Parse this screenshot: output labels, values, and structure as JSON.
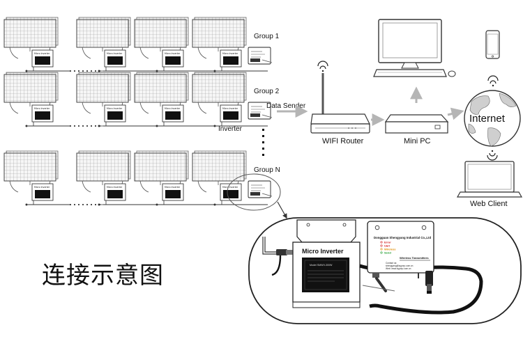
{
  "groups": [
    {
      "label": "Group 1"
    },
    {
      "label": "Group 2"
    },
    {
      "label": "Group N"
    }
  ],
  "labels": {
    "data_sender": "Data Sender",
    "inverter": "Inverter",
    "wifi_router": "WIFI Router",
    "mini_pc": "Mini PC",
    "internet": "Internet",
    "web_client": "Web Client",
    "chinese_title": "连接示意图"
  },
  "small_box_labels": {
    "micro_inverter": "Micro Inverter"
  },
  "detail": {
    "inverter_title": "Micro  Inverter",
    "inverter_model": "Model SMWV-300W",
    "company": "Dongguan Shengyang Industrial Co.,Ltd",
    "leds": [
      {
        "label": "Error",
        "color": "#d42020"
      },
      {
        "label": "Uart",
        "color": "#d42020"
      },
      {
        "label": "Wireless",
        "color": "#e08a00"
      },
      {
        "label": "Send",
        "color": "#1a9a2a"
      }
    ],
    "wireless_title": "Wireless Transmitters",
    "contact_heading": "Contact us:",
    "contact_email": "shengyang@syyorp.com.cn",
    "contact_web": "Web: www.syyorp.com.cn"
  }
}
